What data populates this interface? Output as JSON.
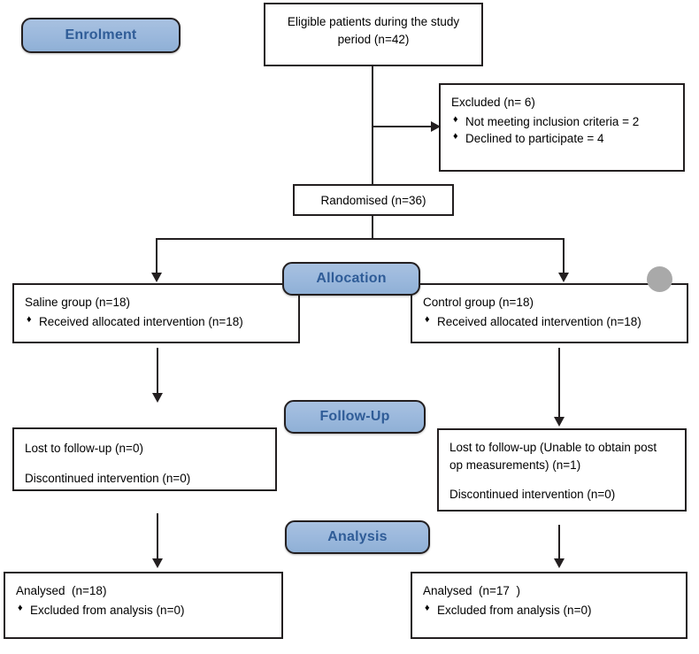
{
  "diagram": {
    "title": "CONSORT participant flow diagram",
    "colors": {
      "stage_fill": "#9cb9dd",
      "stage_text": "#2f5c97",
      "line": "#231f20",
      "box_fill": "#ffffff",
      "artifact": "#a9a9a9"
    }
  },
  "stages": {
    "enrolment": "Enrolment",
    "allocation": "Allocation",
    "followup": "Follow-Up",
    "analysis": "Analysis"
  },
  "boxes": {
    "eligible": {
      "line1": "Eligible patients during the study",
      "line2": "period (n=42)"
    },
    "excluded": {
      "title": "Excluded (n= 6)",
      "bullets": [
        "Not meeting inclusion criteria = 2",
        "Declined to participate = 4"
      ]
    },
    "randomised": {
      "title": "Randomised (n=36)"
    },
    "saline_alloc": {
      "title": "Saline group (n=18)",
      "bullets": [
        "Received allocated intervention (n=18)"
      ]
    },
    "control_alloc": {
      "title": "Control group (n=18)",
      "bullets": [
        "Received allocated intervention (n=18)"
      ]
    },
    "saline_followup": {
      "line1": "Lost to follow-up (n=0)",
      "line2": "Discontinued intervention (n=0)"
    },
    "control_followup": {
      "line1": "Lost to follow-up (Unable to obtain post",
      "line2": "op measurements) (n=1)",
      "line3": "Discontinued intervention (n=0)"
    },
    "saline_analysis": {
      "title": "Analysed  (n=18)",
      "bullets": [
        "Excluded from analysis (n=0)"
      ]
    },
    "control_analysis": {
      "title": "Analysed  (n=17  )",
      "bullets": [
        "Excluded from analysis (n=0)"
      ]
    }
  },
  "glyphs": {
    "bullet": "♦"
  }
}
